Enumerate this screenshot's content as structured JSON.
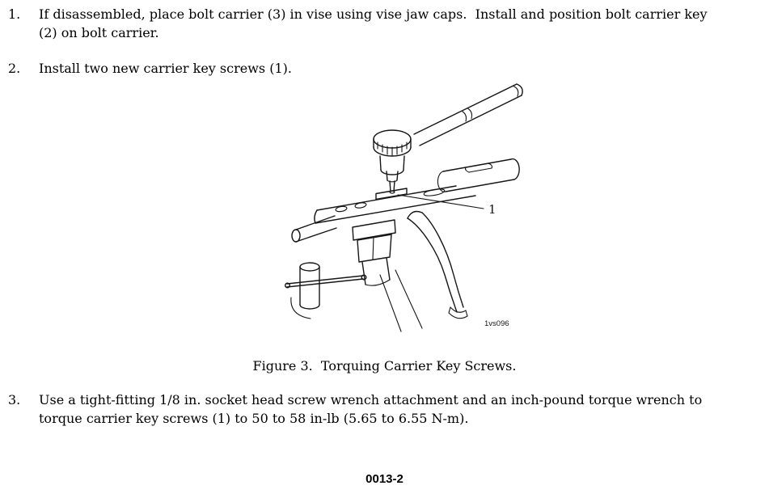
{
  "page": {
    "background": "#ffffff",
    "text_color": "#000000"
  },
  "steps": [
    {
      "number": "1.",
      "text": "If disassembled, place bolt carrier (3) in vise using vise jaw caps.  Install and position bolt carrier key\n(2) on bolt carrier."
    },
    {
      "number": "2.",
      "text": "Install two new carrier key screws (1)."
    },
    {
      "number": "3.",
      "text": "Use a tight-fitting 1/8 in. socket head screw wrench attachment and an inch-pound torque wrench to\ntorque carrier key screws (1) to 50 to 58 in-lb (5.65 to 6.55 N-m)."
    }
  ],
  "figure": {
    "callout": "1",
    "artwork_code": "1vs096",
    "caption": "Figure 3.  Torquing Carrier Key Screws."
  },
  "footer": {
    "page_number": "0013-2"
  }
}
